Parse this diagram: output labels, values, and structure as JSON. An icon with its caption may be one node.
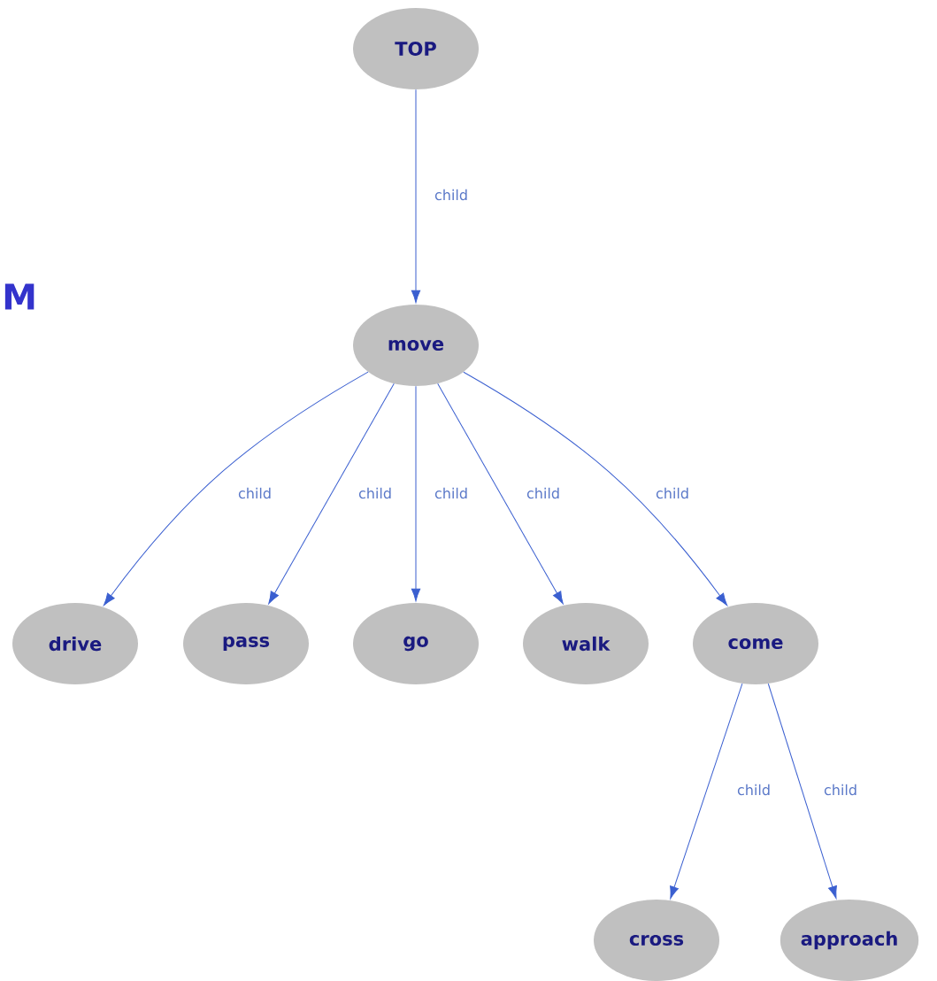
{
  "diagram": {
    "nodes": [
      {
        "text": [
          "TOP"
        ]
      },
      {
        "text": [
          "move"
        ]
      },
      {
        "text": [
          "drive"
        ]
      },
      {
        "text": [
          "pass"
        ]
      },
      {
        "text": [
          "go"
        ]
      },
      {
        "text": [
          "walk"
        ]
      },
      {
        "text": [
          "come"
        ]
      },
      {
        "text": [
          "cross"
        ]
      },
      {
        "text": [
          "approach"
        ]
      }
    ],
    "edges": [
      {
        "from": 0,
        "to": 1,
        "arrow": "to",
        "label": "child"
      },
      {
        "from": 1,
        "to": 2,
        "arrow": "to",
        "label": "child"
      },
      {
        "from": 1,
        "to": 3,
        "arrow": "to",
        "label": "child"
      },
      {
        "from": 1,
        "to": 4,
        "arrow": "to",
        "label": "child"
      },
      {
        "from": 1,
        "to": 5,
        "arrow": "to",
        "label": "child"
      },
      {
        "from": 1,
        "to": 6,
        "arrow": "to",
        "label": "child"
      },
      {
        "from": 6,
        "to": 7,
        "arrow": "to",
        "label": "child"
      },
      {
        "from": 6,
        "to": 8,
        "arrow": "to",
        "label": "child"
      }
    ],
    "labels": [
      "M"
    ]
  }
}
